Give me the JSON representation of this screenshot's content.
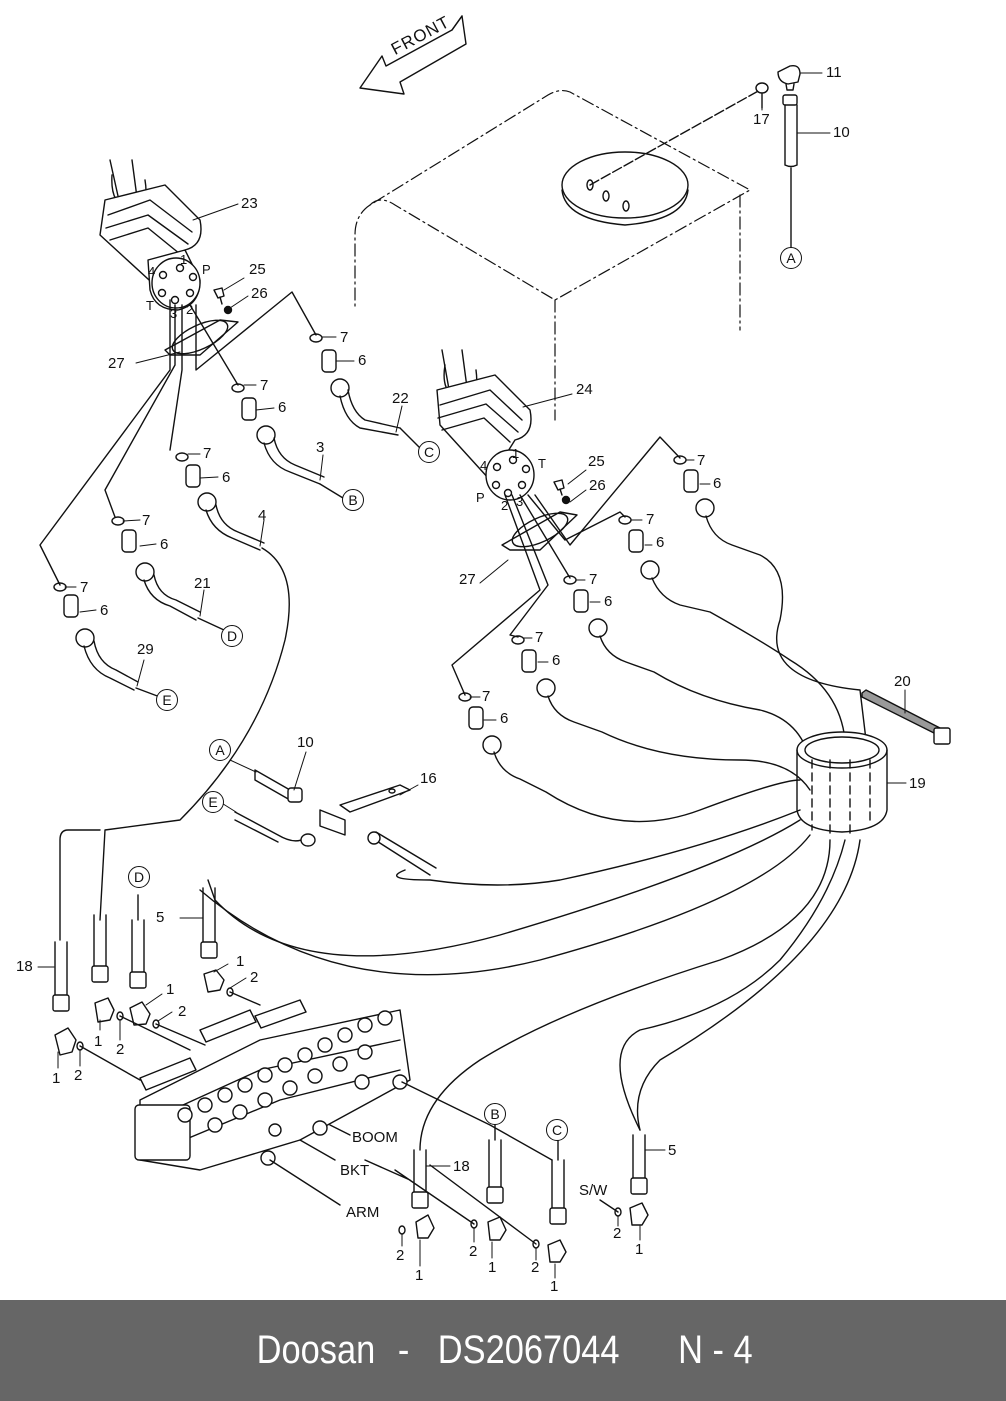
{
  "diagram": {
    "type": "exploded-parts-diagram",
    "direction_label": "FRONT",
    "callouts": [
      {
        "id": "c11",
        "text": "11"
      },
      {
        "id": "c17",
        "text": "17"
      },
      {
        "id": "c10a",
        "text": "10"
      },
      {
        "id": "c23",
        "text": "23"
      },
      {
        "id": "c25a",
        "text": "25"
      },
      {
        "id": "c26a",
        "text": "26"
      },
      {
        "id": "c27a",
        "text": "27"
      },
      {
        "id": "c7a",
        "text": "7"
      },
      {
        "id": "c6a",
        "text": "6"
      },
      {
        "id": "c22",
        "text": "22"
      },
      {
        "id": "c7b",
        "text": "7"
      },
      {
        "id": "c6b",
        "text": "6"
      },
      {
        "id": "c3",
        "text": "3"
      },
      {
        "id": "c7c",
        "text": "7"
      },
      {
        "id": "c6c",
        "text": "6"
      },
      {
        "id": "c4",
        "text": "4"
      },
      {
        "id": "c7d",
        "text": "7"
      },
      {
        "id": "c6d",
        "text": "6"
      },
      {
        "id": "c21",
        "text": "21"
      },
      {
        "id": "c7e",
        "text": "7"
      },
      {
        "id": "c6e",
        "text": "6"
      },
      {
        "id": "c29",
        "text": "29"
      },
      {
        "id": "c24",
        "text": "24"
      },
      {
        "id": "c25b",
        "text": "25"
      },
      {
        "id": "c26b",
        "text": "26"
      },
      {
        "id": "c27b",
        "text": "27"
      },
      {
        "id": "c7f",
        "text": "7"
      },
      {
        "id": "c6f",
        "text": "6"
      },
      {
        "id": "c7g",
        "text": "7"
      },
      {
        "id": "c6g",
        "text": "6"
      },
      {
        "id": "c7h",
        "text": "7"
      },
      {
        "id": "c6h",
        "text": "6"
      },
      {
        "id": "c7i",
        "text": "7"
      },
      {
        "id": "c6i",
        "text": "6"
      },
      {
        "id": "c7j",
        "text": "7"
      },
      {
        "id": "c6j",
        "text": "6"
      },
      {
        "id": "c20",
        "text": "20"
      },
      {
        "id": "c19",
        "text": "19"
      },
      {
        "id": "c10b",
        "text": "10"
      },
      {
        "id": "c16",
        "text": "16"
      },
      {
        "id": "c5a",
        "text": "5"
      },
      {
        "id": "c18a",
        "text": "18"
      },
      {
        "id": "c1a",
        "text": "1"
      },
      {
        "id": "c2a",
        "text": "2"
      },
      {
        "id": "c1b",
        "text": "1"
      },
      {
        "id": "c2b",
        "text": "2"
      },
      {
        "id": "c1c",
        "text": "1"
      },
      {
        "id": "c2c",
        "text": "2"
      },
      {
        "id": "c1d",
        "text": "1"
      },
      {
        "id": "c2d",
        "text": "2"
      },
      {
        "id": "c18b",
        "text": "18"
      },
      {
        "id": "c5b",
        "text": "5"
      },
      {
        "id": "c2e",
        "text": "2"
      },
      {
        "id": "c1e",
        "text": "1"
      },
      {
        "id": "c2f",
        "text": "2"
      },
      {
        "id": "c1f",
        "text": "1"
      },
      {
        "id": "c2g",
        "text": "2"
      },
      {
        "id": "c1g",
        "text": "1"
      },
      {
        "id": "c2h",
        "text": "2"
      },
      {
        "id": "c1h",
        "text": "1"
      }
    ],
    "port_labels_left": {
      "p1": "1",
      "p4": "4",
      "pP": "P",
      "pT": "T",
      "p3": "3",
      "p2": "2"
    },
    "port_labels_right": {
      "p1": "1",
      "p4": "4",
      "pT": "T",
      "pP": "P",
      "p2": "2",
      "p3": "3"
    },
    "connectors": {
      "A_top": "A",
      "B_mid": "B",
      "C_mid": "C",
      "D_mid": "D",
      "E_mid": "E",
      "A_tee": "A",
      "E_tee": "E",
      "D_low": "D",
      "B_low": "B",
      "C_low": "C"
    },
    "function_labels": {
      "boom": "BOOM",
      "bkt": "BKT",
      "arm": "ARM",
      "sw": "S/W"
    }
  },
  "footer": {
    "brand": "Doosan",
    "separator": "-",
    "part_number": "DS2067044",
    "section": "N - 4"
  }
}
